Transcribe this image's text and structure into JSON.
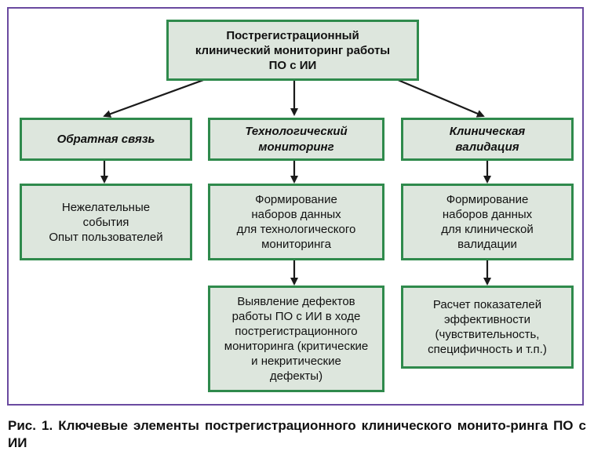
{
  "root": "Пострегистрационный\nклинический мониторинг работы\nПО с ИИ",
  "categories": [
    "Обратная связь",
    "Технологический\nмониторинг",
    "Клиническая\nвалидация"
  ],
  "level2": [
    "Нежелательные\nсобытия\nОпыт пользователей",
    "Формирование\nнаборов данных\nдля технологического\nмониторинга",
    "Формирование\nнаборов данных\nдля клинической\nвалидации"
  ],
  "level3": [
    "Выявление дефектов\nработы ПО с ИИ в ходе\nпострегистрационного\nмониторинга (критические\nи некритические\nдефекты)",
    "Расчет показателей\nэффективности\n(чувствительность,\nспецифичность и т.п.)"
  ],
  "caption": "Рис. 1. Ключевые элементы пострегистрационного клинического монито-ринга ПО с ИИ",
  "colors": {
    "box_fill": "#dde6dd",
    "box_border": "#2f8a4c",
    "frame_border": "#6a4aa0",
    "arrow": "#1a1a1a"
  }
}
